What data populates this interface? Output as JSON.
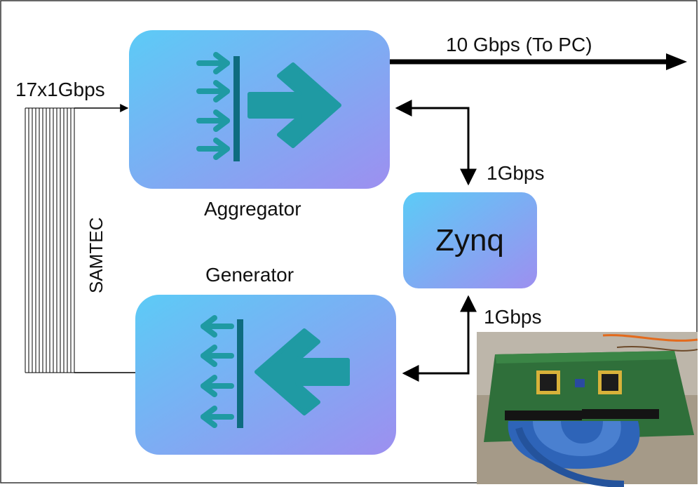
{
  "labels": {
    "to_pc": "10 Gbps (To PC)",
    "input_links": "17x1Gbps",
    "samtec": "SAMTEC",
    "aggregator": "Aggregator",
    "generator": "Generator",
    "zynq": "Zynq",
    "link_top": "1Gbps",
    "link_bottom": "1Gbps"
  },
  "colors": {
    "block_top": "#5ccaf5",
    "block_bottom": "#9c90f0",
    "arrow_teal": "#1f9aa3",
    "bar_dark": "#0e6c80"
  },
  "photo": {
    "subject": "hardware-board-photo"
  }
}
